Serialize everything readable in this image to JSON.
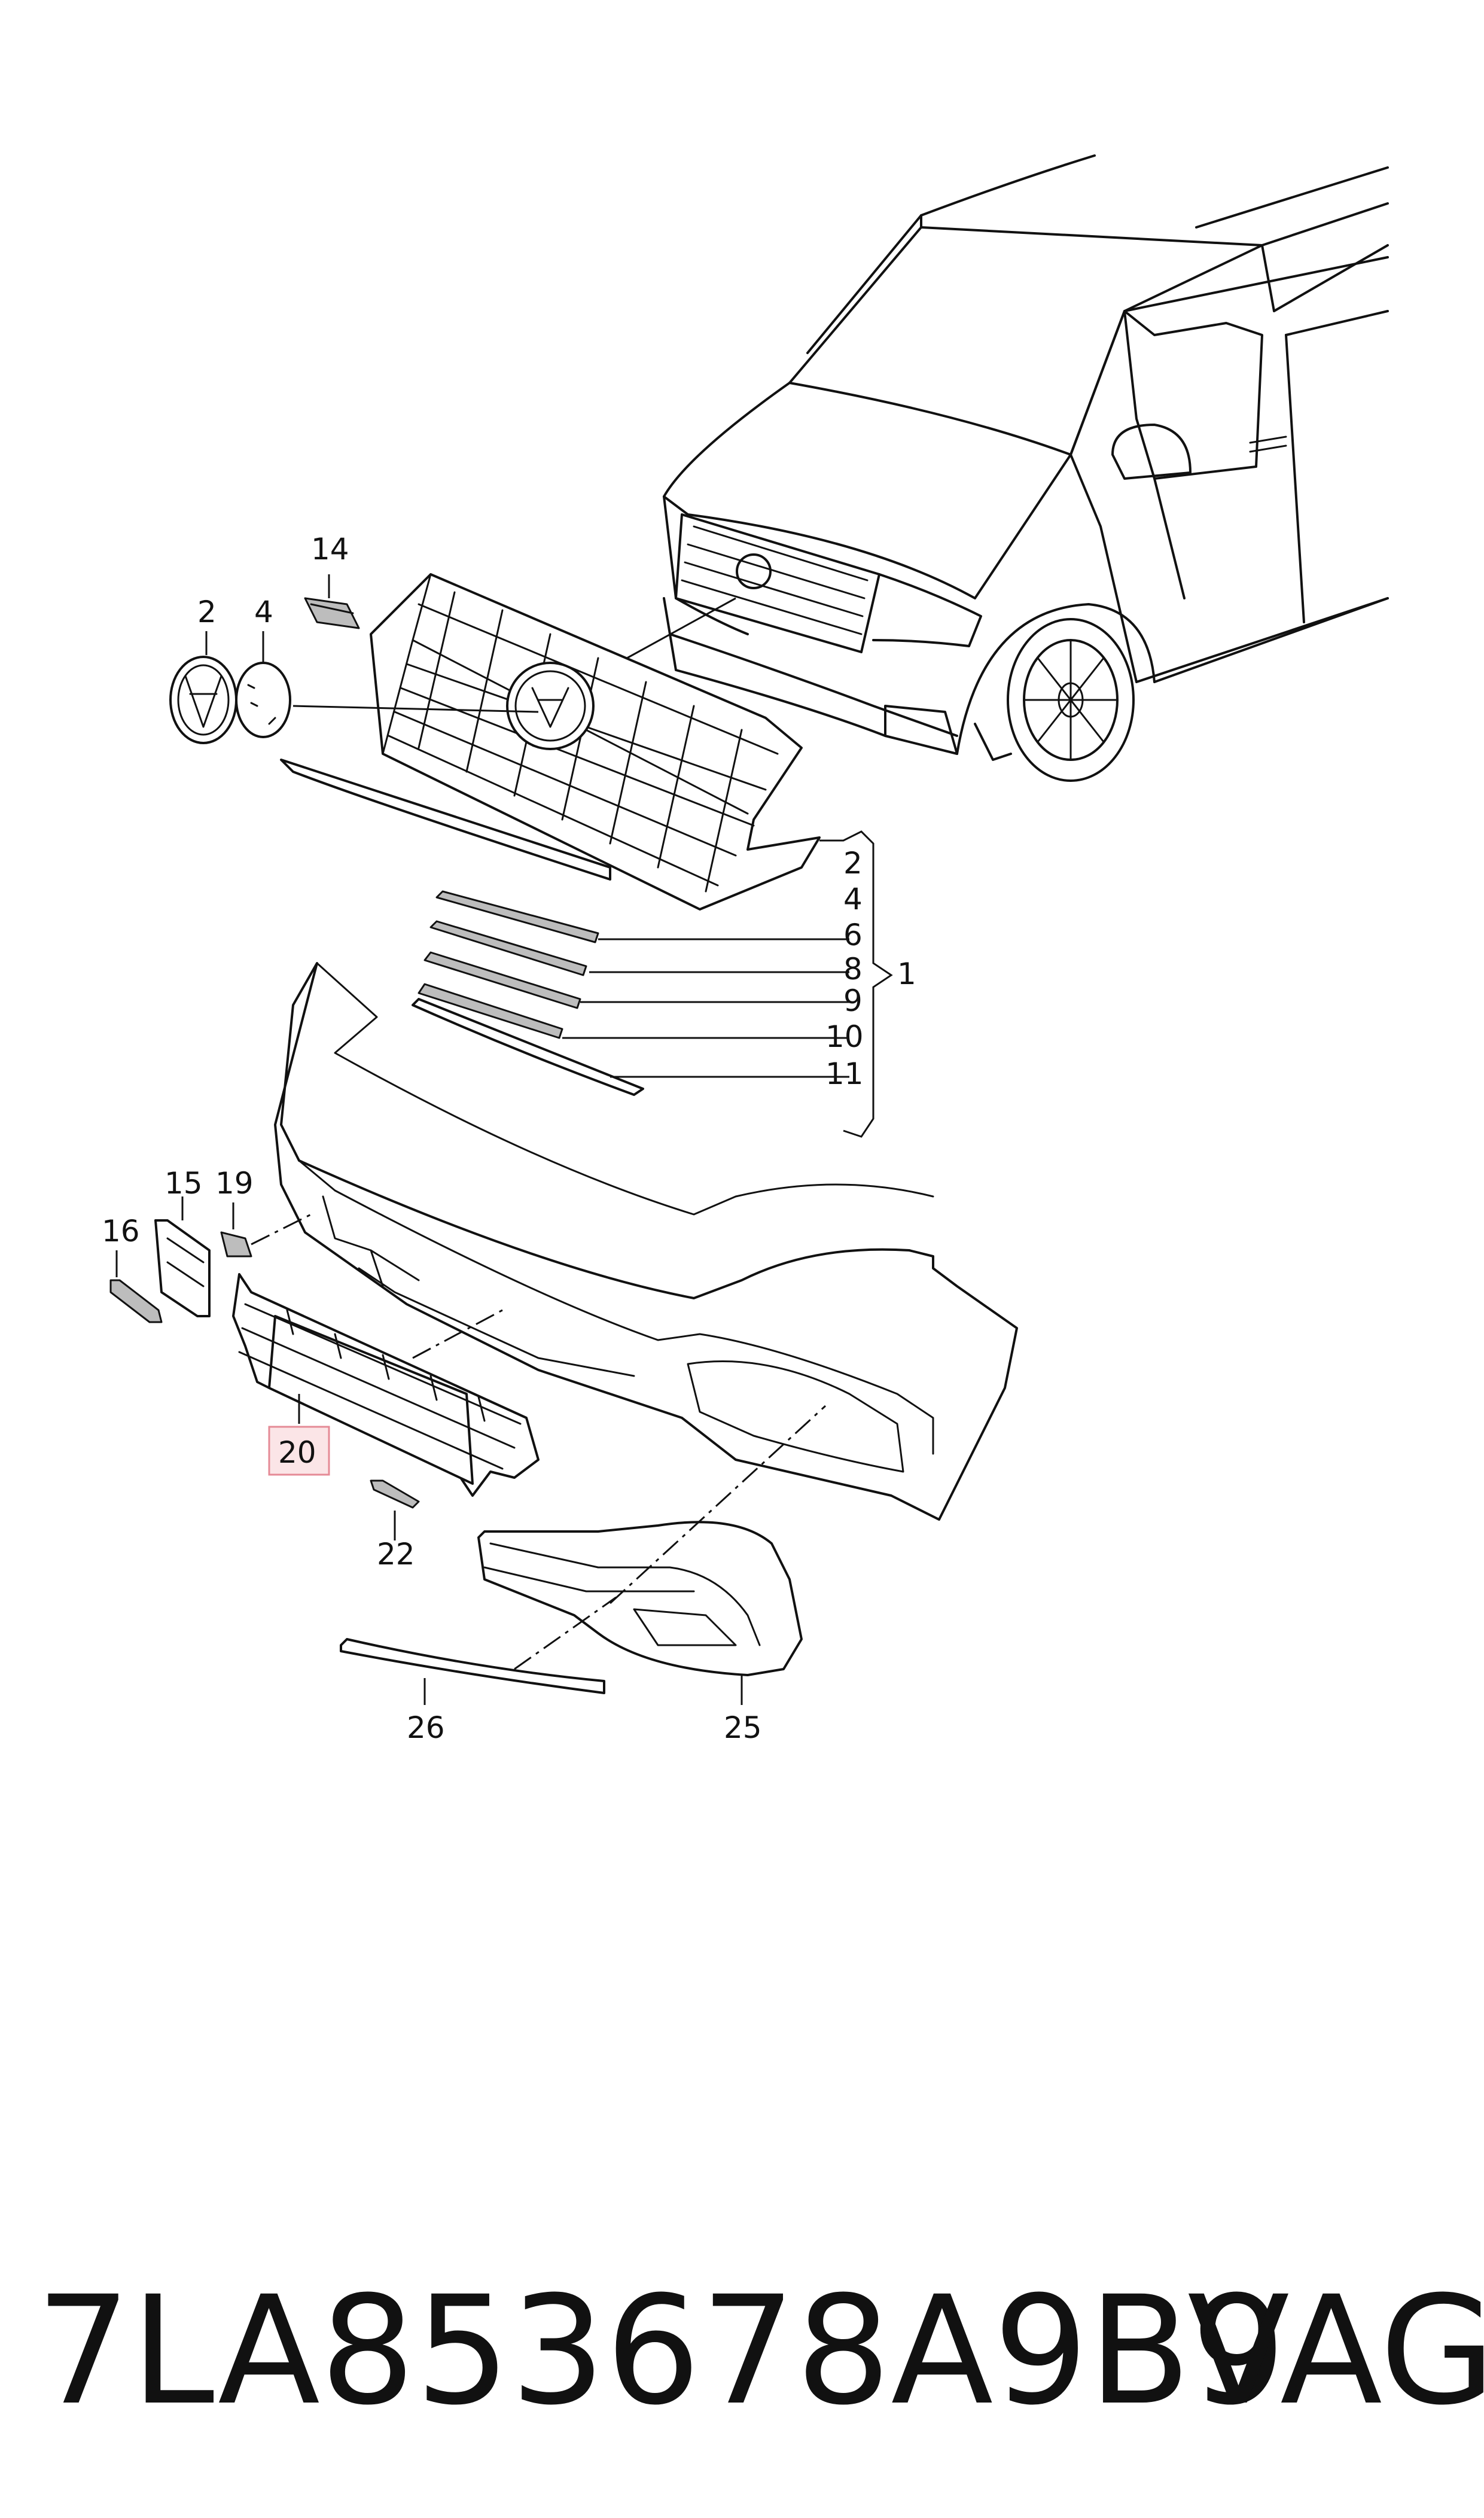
{
  "callouts": {
    "p1": "1",
    "p2": "2",
    "p4": "4",
    "p6": "6",
    "p8": "8",
    "p9": "9",
    "p10": "10",
    "p11": "11",
    "p14": "14",
    "p15": "15",
    "p16": "16",
    "p19": "19",
    "p20": "20",
    "p22": "22",
    "p25": "25",
    "p26": "26"
  },
  "group_list": [
    "2",
    "4",
    "6",
    "8",
    "9",
    "10",
    "11"
  ],
  "highlighted_part": "20",
  "footer": {
    "part_number": "7LA853678A9B9",
    "brand": "VAG"
  },
  "colors": {
    "line": "#111111",
    "highlight_fill": "#fbe5e7",
    "highlight_border": "#e58a96"
  }
}
